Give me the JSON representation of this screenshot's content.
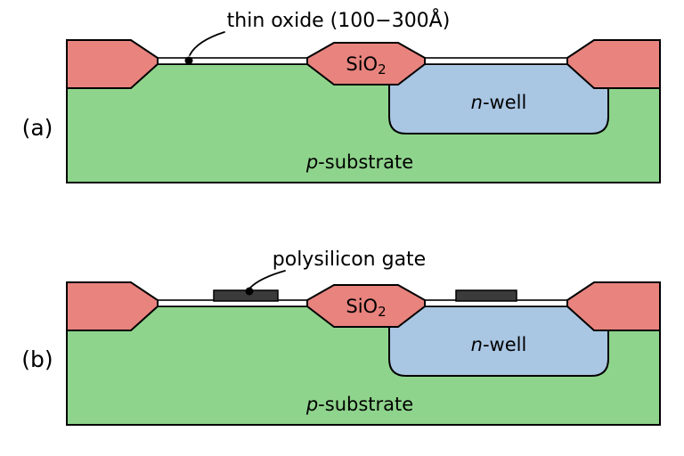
{
  "figure": {
    "panels": [
      {
        "label": "(a)",
        "annotation": "thin oxide (100−300Å)",
        "sio2": {
          "base": "SiO",
          "sub": "2"
        },
        "nwell": {
          "prefix": "n",
          "suffix": "-well"
        },
        "substrate": {
          "prefix": "p",
          "suffix": "-substrate"
        }
      },
      {
        "label": "(b)",
        "annotation": "polysilicon gate",
        "sio2": {
          "base": "SiO",
          "sub": "2"
        },
        "nwell": {
          "prefix": "n",
          "suffix": "-well"
        },
        "substrate": {
          "prefix": "p",
          "suffix": "-substrate"
        }
      }
    ]
  },
  "colors": {
    "substrate_green": "#8FD48C",
    "oxide_pink": "#E8837E",
    "nwell_blue": "#A9C6E3",
    "gate_gray": "#3B3B3B",
    "thin_oxide_white": "#FFFFFF"
  }
}
